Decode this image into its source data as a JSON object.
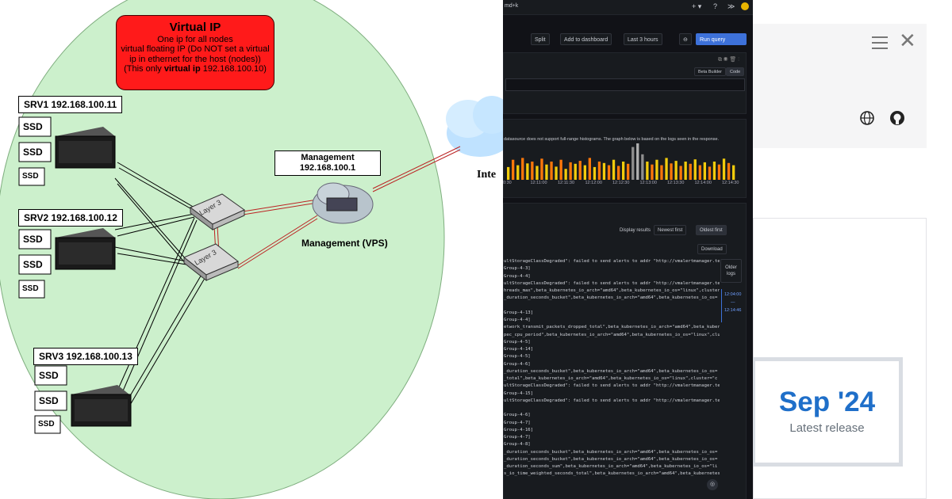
{
  "diagram": {
    "vip": {
      "title": "Virtual IP",
      "line1": "One ip for all nodes",
      "line2": "virtual floating IP (Do NOT set a virtual",
      "line3": "ip in ethernet for the host (nodes))",
      "line4_pre": "(This only ",
      "line4_bold": "virtual ip",
      "line4_post": " 192.168.100.10)"
    },
    "servers": [
      {
        "label": "SRV1 192.168.100.11"
      },
      {
        "label": "SRV2 192.168.100.12"
      },
      {
        "label": "SRV3 192.168.100.13"
      }
    ],
    "ssd_label": "SSD",
    "switch_label": "Layer 3",
    "management_box": {
      "line1": "Management",
      "line2": "192.168.100.1"
    },
    "management_vps": "Management (VPS)",
    "internet_label": "Inte",
    "colors": {
      "zone": "#ccf0cc",
      "vip": "#ff1a1a"
    }
  },
  "grafana": {
    "top_hint": "md+k",
    "toolbar": {
      "split": "Split",
      "add_dashboard": "Add to dashboard",
      "time_range": "Last 3 hours",
      "run_query": "Run query"
    },
    "builder_tabs": {
      "builder": "Beta Builder",
      "code": "Code"
    },
    "hist_notice": "datasource does not support full-range histograms. The graph below is based on the logs seen in the response.",
    "time_ticks": [
      "0:30",
      "12:11:00",
      "12:11:30",
      "12:12:00",
      "12:12:30",
      "12:13:00",
      "12:13:30",
      "12:14:00",
      "12:14:30"
    ],
    "display_results": "Display results",
    "newest_first": "Newest first",
    "oldest_first": "Oldest first",
    "download": "Download",
    "older_logs": "Older logs",
    "timeline_times": [
      "12:04:00",
      "—",
      "12:14:46"
    ],
    "log_lines": [
      "ultStorageClassDegraded\": failed to send alerts to addr \"http://vmalertmanager.te",
      "Group-4-3]",
      "Group-4-4]",
      "ultStorageClassDegraded\": failed to send alerts to addr \"http://vmalertmanager.te",
      "hreads_max\",beta_kubernetes_io_arch=\"amd64\",beta_kubernetes_io_os=\"linux\",cluster",
      "_duration_seconds_bucket\",beta_kubernetes_io_arch=\"amd64\",beta_kubernetes_io_os=",
      "",
      "Group-4-13]",
      "Group-4-4]",
      "etwork_transmit_packets_dropped_total\",beta_kubernetes_io_arch=\"amd64\",beta_kuber",
      "pec_cpu_period\",beta_kubernetes_io_arch=\"amd64\",beta_kubernetes_io_os=\"linux\",clu",
      "Group-4-5]",
      "Group-4-14]",
      "Group-4-5]",
      "Group-4-6]",
      "_duration_seconds_bucket\",beta_kubernetes_io_arch=\"amd64\",beta_kubernetes_io_os=",
      "_total\",beta_kubernetes_io_arch=\"amd64\",beta_kubernetes_io_os=\"linux\",cluster=\"c",
      "ultStorageClassDegraded\": failed to send alerts to addr \"http://vmalertmanager.te",
      "Group-4-15]",
      "ultStorageClassDegraded\": failed to send alerts to addr \"http://vmalertmanager.te",
      "",
      "Group-4-6]",
      "Group-4-7]",
      "Group-4-16]",
      "Group-4-7]",
      "Group-4-8]",
      "_duration_seconds_bucket\",beta_kubernetes_io_arch=\"amd64\",beta_kubernetes_io_os=",
      "_duration_seconds_bucket\",beta_kubernetes_io_arch=\"amd64\",beta_kubernetes_io_os=",
      "_duration_seconds_sum\",beta_kubernetes_io_arch=\"amd64\",beta_kubernetes_io_os=\"li",
      "s_io_time_weighted_seconds_total\",beta_kubernetes_io_arch=\"amd64\",beta_kubernetes"
    ],
    "histogram": [
      {
        "y": 0.35,
        "c": "#f2cc0c"
      },
      {
        "y": 0.55,
        "c": "#ff780a"
      },
      {
        "y": 0.4,
        "c": "#f2cc0c"
      },
      {
        "y": 0.6,
        "c": "#ff780a"
      },
      {
        "y": 0.45,
        "c": "#f2cc0c"
      },
      {
        "y": 0.5,
        "c": "#ff780a"
      },
      {
        "y": 0.38,
        "c": "#f2cc0c"
      },
      {
        "y": 0.58,
        "c": "#ff780a"
      },
      {
        "y": 0.42,
        "c": "#f2cc0c"
      },
      {
        "y": 0.5,
        "c": "#ff780a"
      },
      {
        "y": 0.36,
        "c": "#f2cc0c"
      },
      {
        "y": 0.55,
        "c": "#ff780a"
      },
      {
        "y": 0.3,
        "c": "#f2cc0c"
      },
      {
        "y": 0.48,
        "c": "#ff780a"
      },
      {
        "y": 0.44,
        "c": "#f2cc0c"
      },
      {
        "y": 0.52,
        "c": "#ff780a"
      },
      {
        "y": 0.4,
        "c": "#f2cc0c"
      },
      {
        "y": 0.6,
        "c": "#ff780a"
      },
      {
        "y": 0.35,
        "c": "#f2cc0c"
      },
      {
        "y": 0.5,
        "c": "#ff780a"
      },
      {
        "y": 0.46,
        "c": "#f2cc0c"
      },
      {
        "y": 0.4,
        "c": "#ff780a"
      },
      {
        "y": 0.55,
        "c": "#f2cc0c"
      },
      {
        "y": 0.38,
        "c": "#ff780a"
      },
      {
        "y": 0.5,
        "c": "#f2cc0c"
      },
      {
        "y": 0.44,
        "c": "#ff780a"
      },
      {
        "y": 0.9,
        "c": "#8e8e8e"
      },
      {
        "y": 1.0,
        "c": "#b0b0b0"
      },
      {
        "y": 0.7,
        "c": "#8e8e8e"
      },
      {
        "y": 0.5,
        "c": "#f2cc0c"
      },
      {
        "y": 0.42,
        "c": "#ff780a"
      },
      {
        "y": 0.55,
        "c": "#f2cc0c"
      },
      {
        "y": 0.4,
        "c": "#ff780a"
      },
      {
        "y": 0.6,
        "c": "#f2cc0c"
      },
      {
        "y": 0.45,
        "c": "#ff780a"
      },
      {
        "y": 0.52,
        "c": "#f2cc0c"
      },
      {
        "y": 0.38,
        "c": "#ff780a"
      },
      {
        "y": 0.5,
        "c": "#f2cc0c"
      },
      {
        "y": 0.44,
        "c": "#ff780a"
      },
      {
        "y": 0.56,
        "c": "#f2cc0c"
      },
      {
        "y": 0.4,
        "c": "#ff780a"
      },
      {
        "y": 0.48,
        "c": "#f2cc0c"
      },
      {
        "y": 0.36,
        "c": "#ff780a"
      },
      {
        "y": 0.5,
        "c": "#f2cc0c"
      },
      {
        "y": 0.42,
        "c": "#ff780a"
      },
      {
        "y": 0.58,
        "c": "#f2cc0c"
      },
      {
        "y": 0.46,
        "c": "#ff780a"
      },
      {
        "y": 0.4,
        "c": "#f2cc0c"
      }
    ]
  },
  "site": {
    "menu_icon": "hamburger-icon",
    "close_icon": "close-icon",
    "globe_icon": "globe-icon",
    "github_icon": "github-icon",
    "release_value": "Sep '24",
    "release_label": "Latest release"
  }
}
